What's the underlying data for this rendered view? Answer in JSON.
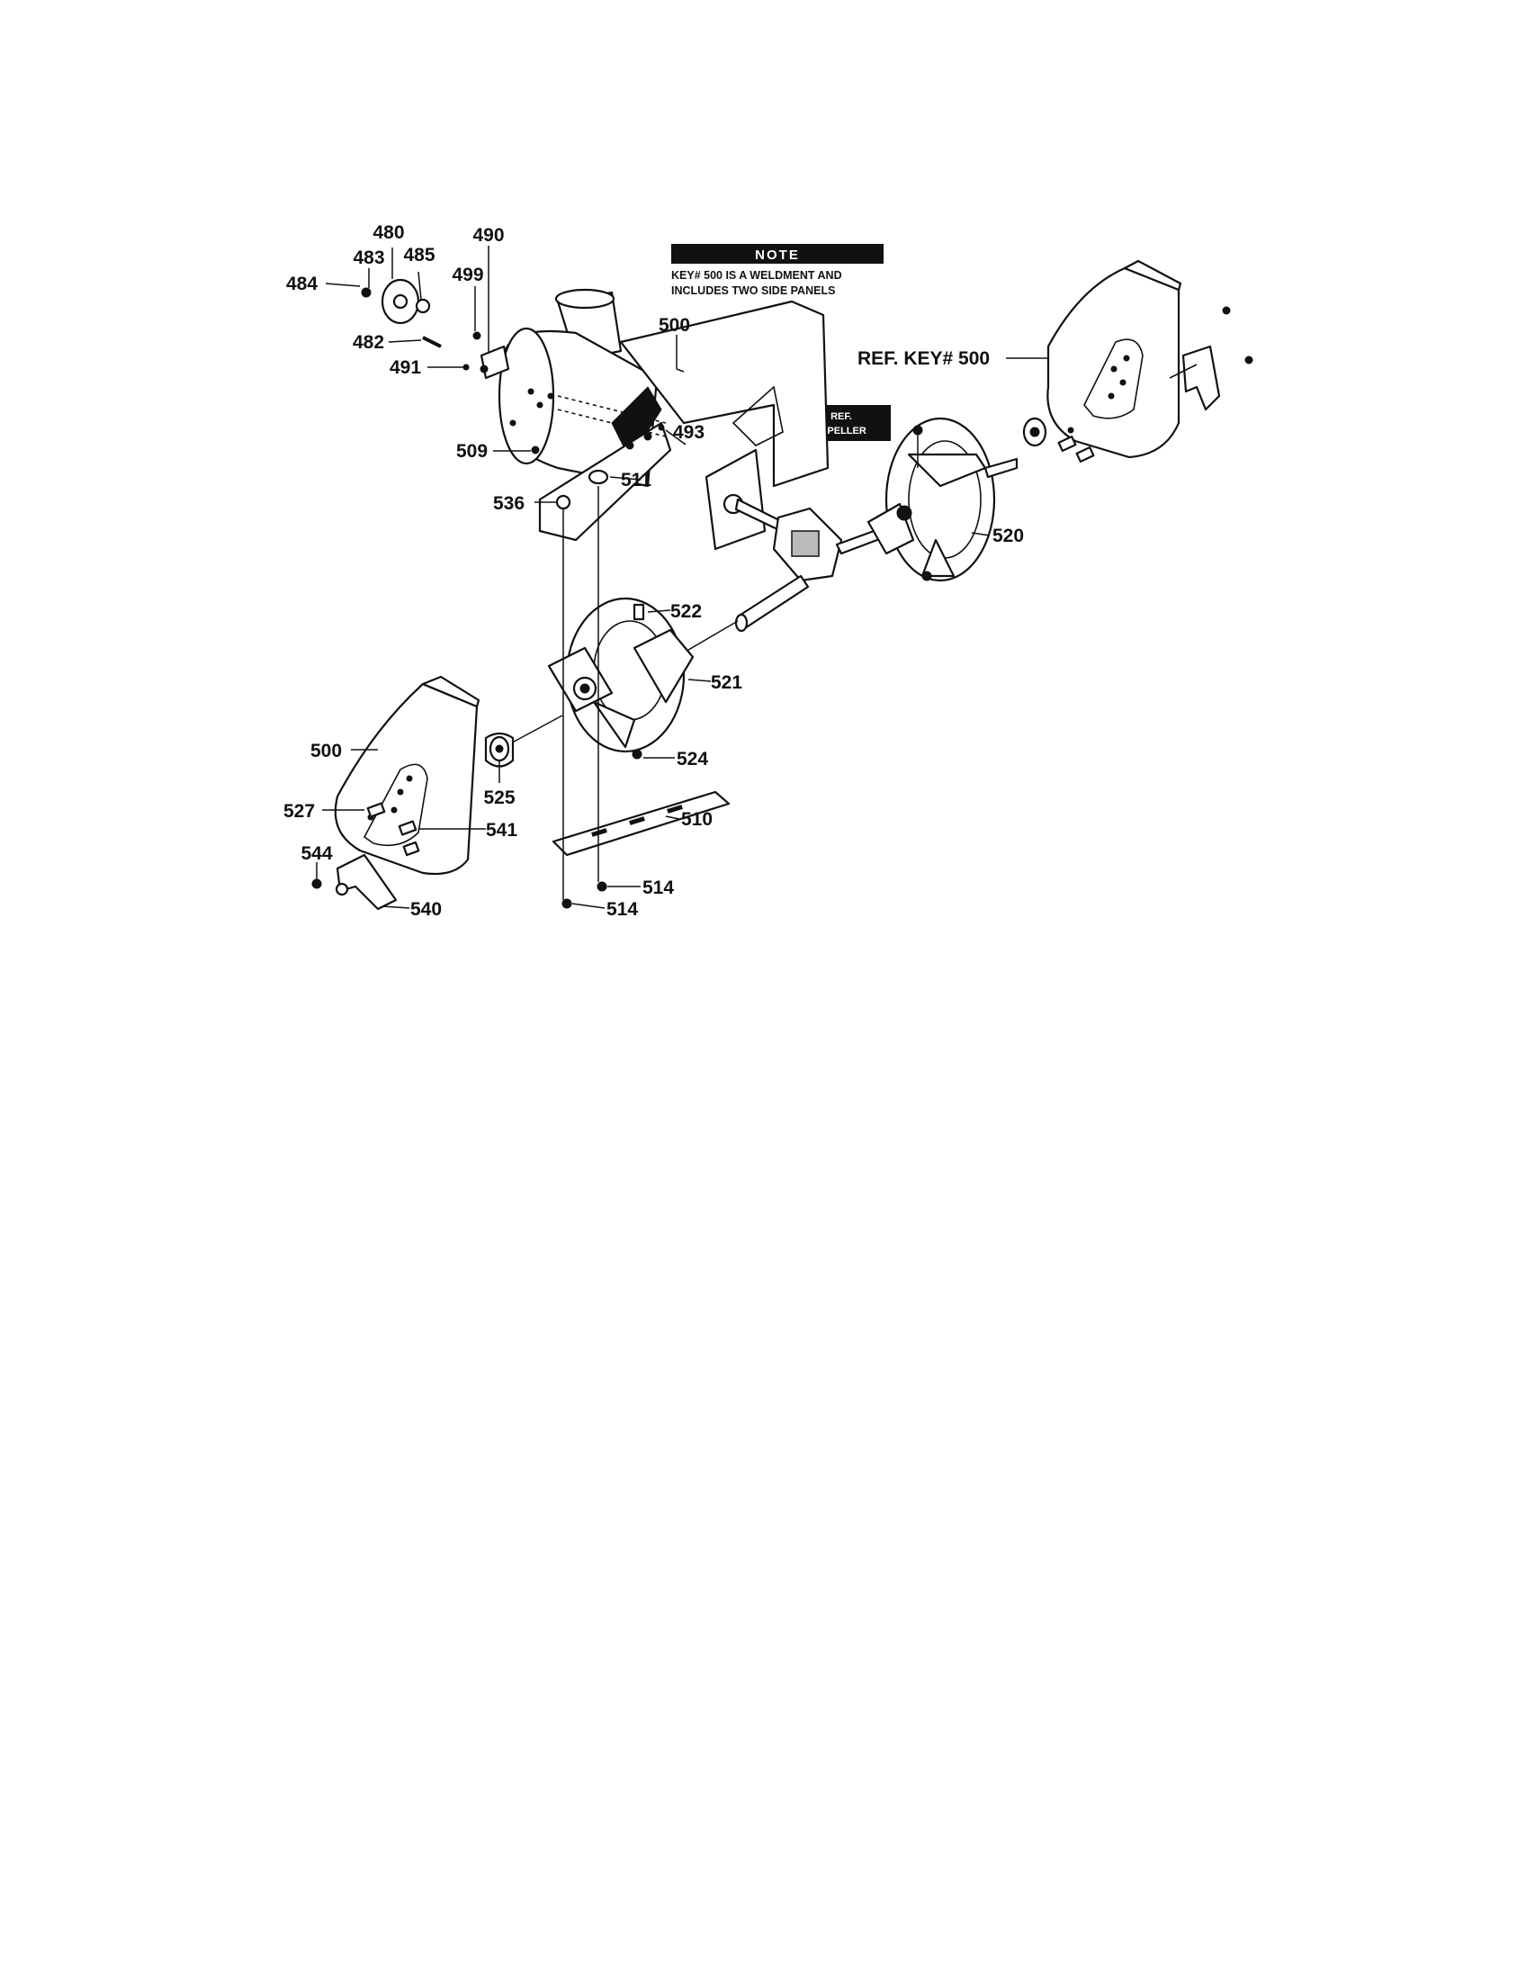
{
  "note": {
    "heading": "NOTE",
    "line1": "KEY# 500 IS A WELDMENT AND",
    "line2": "INCLUDES TWO SIDE PANELS"
  },
  "ref_impeller": {
    "line1": "REF.",
    "line2": "IMPELLER"
  },
  "labels": {
    "l480": "480",
    "l483": "483",
    "l485": "485",
    "l484": "484",
    "l490": "490",
    "l499": "499",
    "l482": "482",
    "l491": "491",
    "l500_top": "500",
    "ref_key_500": "REF. KEY# 500",
    "l493": "493",
    "l509": "509",
    "l511": "511",
    "l536": "536",
    "l520": "520",
    "l522": "522",
    "l521": "521",
    "l500_left": "500",
    "l525": "525",
    "l524": "524",
    "l527": "527",
    "l541": "541",
    "l510": "510",
    "l544": "544",
    "l514_a": "514",
    "l540": "540",
    "l514_b": "514"
  }
}
